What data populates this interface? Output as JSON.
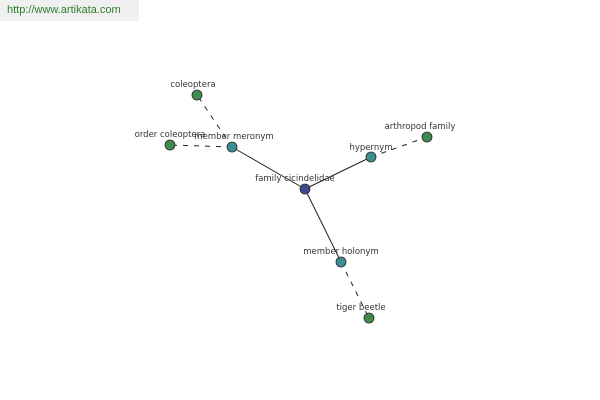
{
  "watermark": {
    "text": "http://www.artikata.com",
    "color": "#2e7d2e"
  },
  "colors": {
    "center_node": "#3c4a8c",
    "relation_node": "#3b8f92",
    "leaf_node": "#3f8a4c",
    "node_stroke": "#2a2a2a",
    "edge": "#222222",
    "label": "#333333"
  },
  "graph": {
    "nodes": [
      {
        "id": "center",
        "label": "family cicindelidae",
        "kind": "center"
      },
      {
        "id": "meronym",
        "label": "member meronym",
        "kind": "relation"
      },
      {
        "id": "hypernym",
        "label": "hypernym",
        "kind": "relation"
      },
      {
        "id": "holonym",
        "label": "member holonym",
        "kind": "relation"
      },
      {
        "id": "coleoptera",
        "label": "coleoptera",
        "kind": "leaf"
      },
      {
        "id": "order",
        "label": "order coleoptera",
        "kind": "leaf"
      },
      {
        "id": "arthropod",
        "label": "arthropod family",
        "kind": "leaf"
      },
      {
        "id": "tiger",
        "label": "tiger beetle",
        "kind": "leaf"
      }
    ],
    "edges": [
      {
        "from": "center",
        "to": "meronym",
        "style": "solid"
      },
      {
        "from": "center",
        "to": "hypernym",
        "style": "solid"
      },
      {
        "from": "center",
        "to": "holonym",
        "style": "solid"
      },
      {
        "from": "meronym",
        "to": "coleoptera",
        "style": "dashed"
      },
      {
        "from": "meronym",
        "to": "order",
        "style": "dashed"
      },
      {
        "from": "hypernym",
        "to": "arthropod",
        "style": "dashed"
      },
      {
        "from": "holonym",
        "to": "tiger",
        "style": "dashed"
      }
    ]
  }
}
